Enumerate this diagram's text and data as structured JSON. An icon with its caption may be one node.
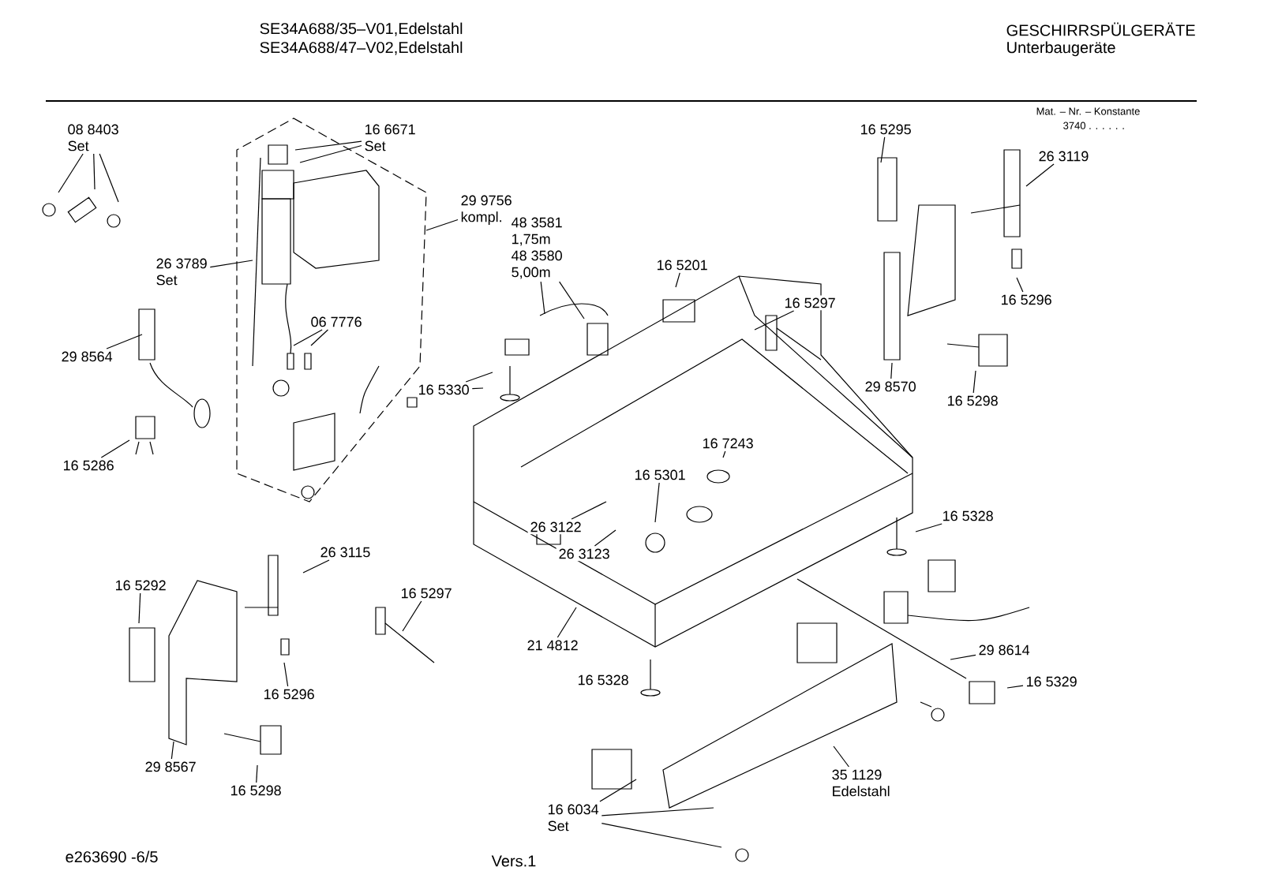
{
  "diagram": {
    "nodes": [
      {
        "text": [
          "08 8403",
          "Set"
        ]
      },
      {
        "text": [
          "16 6671",
          "Set"
        ]
      },
      {
        "text": [
          "29 9756",
          "kompl."
        ]
      },
      {
        "text": [
          "26 3789",
          "Set"
        ]
      },
      {
        "text": [
          "06 7776"
        ]
      },
      {
        "text": [
          "29 8564"
        ]
      },
      {
        "text": [
          "16 5286"
        ]
      },
      {
        "text": [
          "16 5330"
        ]
      },
      {
        "text": [
          "48 3581",
          "1,75m",
          "48 3580",
          "5,00m"
        ]
      },
      {
        "text": [
          "16 5201"
        ]
      },
      {
        "text": [
          "16 5297"
        ]
      },
      {
        "text": [
          "16 5295"
        ]
      },
      {
        "text": [
          "26 3119"
        ]
      },
      {
        "text": [
          "16 5296"
        ]
      },
      {
        "text": [
          "29 8570"
        ]
      },
      {
        "text": [
          "16 5298"
        ]
      },
      {
        "text": [
          "16 7243"
        ]
      },
      {
        "text": [
          "16 5301"
        ]
      },
      {
        "text": [
          "26 3122"
        ]
      },
      {
        "text": [
          "26 3123"
        ]
      },
      {
        "text": [
          "16 5328"
        ]
      },
      {
        "text": [
          "21 4812"
        ]
      },
      {
        "text": [
          "16 5328"
        ]
      },
      {
        "text": [
          "29 8614"
        ]
      },
      {
        "text": [
          "16 5329"
        ]
      },
      {
        "text": [
          "35 1129",
          "Edelstahl"
        ]
      },
      {
        "text": [
          "16 6034",
          "Set"
        ]
      },
      {
        "text": [
          "26 3115"
        ]
      },
      {
        "text": [
          "16 5292"
        ]
      },
      {
        "text": [
          "16 5297"
        ]
      },
      {
        "text": [
          "16 5296"
        ]
      },
      {
        "text": [
          "29 8567"
        ]
      },
      {
        "text": [
          "16 5298"
        ]
      }
    ],
    "edges": [
      {
        "from": 0,
        "to": null,
        "arrow": "none"
      },
      {
        "from": 0,
        "to": null,
        "arrow": "none"
      },
      {
        "from": 0,
        "to": null,
        "arrow": "none"
      },
      {
        "from": 1,
        "to": null,
        "arrow": "none"
      },
      {
        "from": 1,
        "to": null,
        "arrow": "none"
      },
      {
        "from": 2,
        "to": null,
        "arrow": "none"
      },
      {
        "from": 3,
        "to": null,
        "arrow": "none"
      },
      {
        "from": 4,
        "to": null,
        "arrow": "none"
      },
      {
        "from": 4,
        "to": null,
        "arrow": "none"
      },
      {
        "from": 5,
        "to": null,
        "arrow": "none"
      },
      {
        "from": 6,
        "to": null,
        "arrow": "none"
      },
      {
        "from": 7,
        "to": null,
        "arrow": "none"
      },
      {
        "from": 7,
        "to": null,
        "arrow": "none"
      },
      {
        "from": 8,
        "to": null,
        "arrow": "none"
      },
      {
        "from": 8,
        "to": null,
        "arrow": "none"
      },
      {
        "from": 9,
        "to": null,
        "arrow": "none"
      },
      {
        "from": 10,
        "to": null,
        "arrow": "none"
      },
      {
        "from": 11,
        "to": null,
        "arrow": "none"
      },
      {
        "from": 12,
        "to": null,
        "arrow": "none"
      },
      {
        "from": 13,
        "to": null,
        "arrow": "none"
      },
      {
        "from": 14,
        "to": null,
        "arrow": "none"
      },
      {
        "from": 15,
        "to": null,
        "arrow": "none"
      },
      {
        "from": 16,
        "to": null,
        "arrow": "none"
      },
      {
        "from": 17,
        "to": null,
        "arrow": "none"
      },
      {
        "from": 18,
        "to": null,
        "arrow": "none"
      },
      {
        "from": 19,
        "to": null,
        "arrow": "none"
      },
      {
        "from": 20,
        "to": null,
        "arrow": "none"
      },
      {
        "from": 21,
        "to": null,
        "arrow": "none"
      },
      {
        "from": 23,
        "to": null,
        "arrow": "none"
      },
      {
        "from": 24,
        "to": null,
        "arrow": "none"
      },
      {
        "from": 25,
        "to": null,
        "arrow": "none"
      },
      {
        "from": 26,
        "to": null,
        "arrow": "none"
      },
      {
        "from": 26,
        "to": null,
        "arrow": "none"
      },
      {
        "from": 26,
        "to": null,
        "arrow": "none"
      },
      {
        "from": 27,
        "to": null,
        "arrow": "none"
      },
      {
        "from": 28,
        "to": null,
        "arrow": "none"
      },
      {
        "from": 29,
        "to": null,
        "arrow": "none"
      },
      {
        "from": 30,
        "to": null,
        "arrow": "none"
      },
      {
        "from": 31,
        "to": null,
        "arrow": "none"
      },
      {
        "from": 32,
        "to": null,
        "arrow": "none"
      }
    ],
    "labels": [
      "SE34A688/35–V01,Edelstahl",
      "SE34A688/47–V02,Edelstahl",
      "GESCHIRRSPÜLGERÄTE",
      "Unterbaugeräte",
      "Mat. – Nr. – Konstante",
      "3740 . . . . . .",
      "e263690 -6/5",
      "Vers.1"
    ]
  }
}
